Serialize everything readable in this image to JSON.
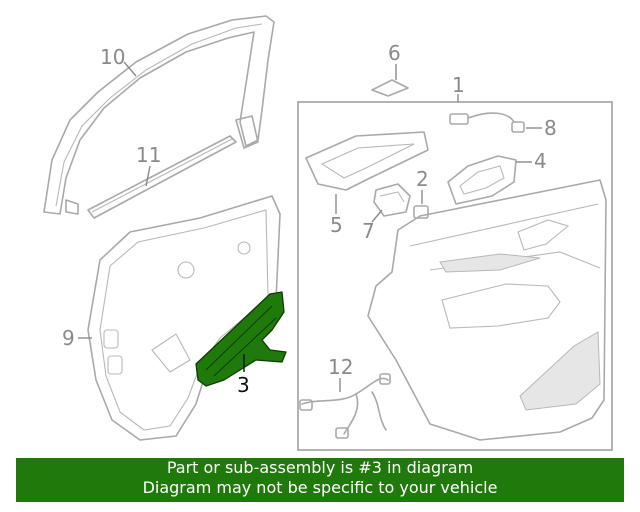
{
  "callouts": {
    "c1": "1",
    "c2": "2",
    "c3": "3",
    "c4": "4",
    "c5": "5",
    "c6": "6",
    "c7": "7",
    "c8": "8",
    "c9": "9",
    "c10": "10",
    "c11": "11",
    "c12": "12"
  },
  "highlight_color": "#1f7a0b",
  "banner": {
    "line1": "Part or sub-assembly is #3 in diagram",
    "line2": "Diagram may not be specific to your vehicle"
  }
}
